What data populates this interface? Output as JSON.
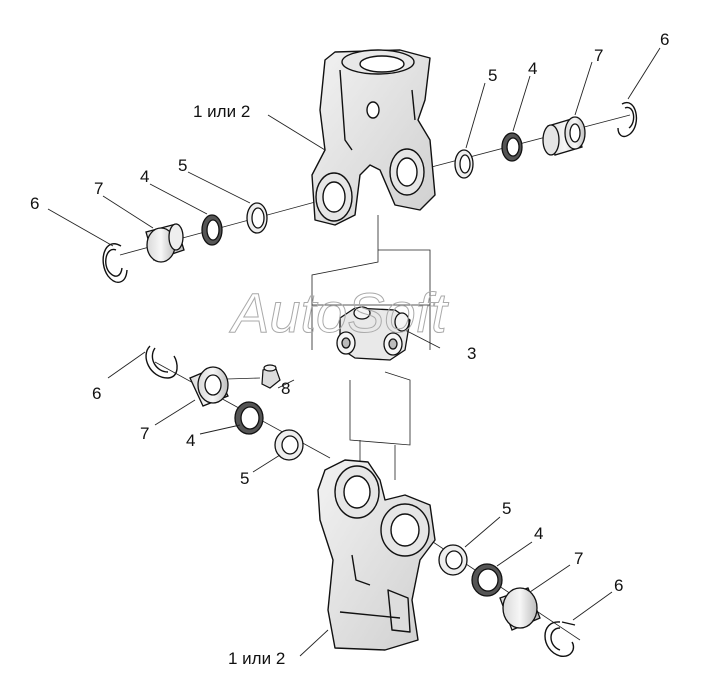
{
  "diagram": {
    "watermark": "AutoSoft",
    "labels": {
      "upper_fork": "1 или 2",
      "lower_fork": "1 или 2",
      "cross": "3",
      "seal": "4",
      "washer": "5",
      "snap_ring": "6",
      "bearing_cup": "7",
      "grease_fitting": "8"
    }
  }
}
